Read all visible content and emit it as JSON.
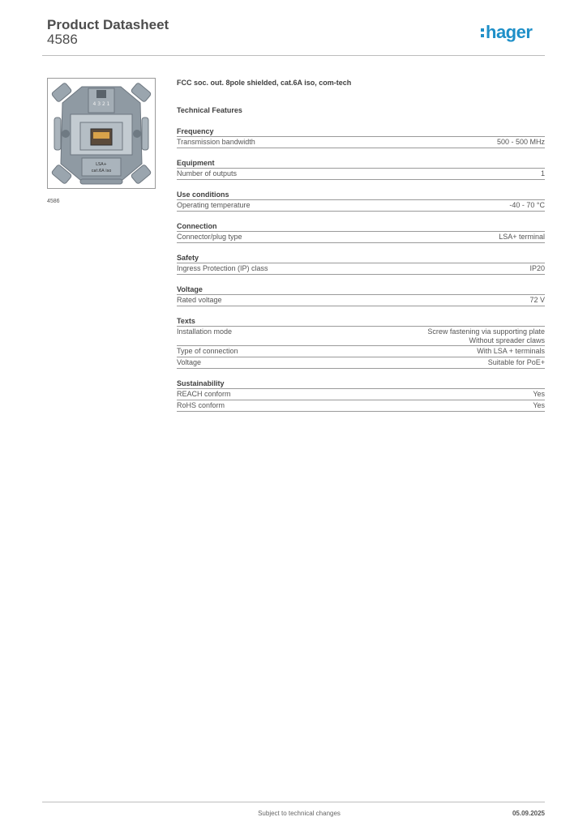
{
  "header": {
    "title": "Product Datasheet",
    "subtitle": "4586",
    "logo_text": "hager"
  },
  "product": {
    "image_caption": "4586",
    "image_label_lines": [
      "4 3 2 1",
      "LSA+",
      "cat.6A iso"
    ],
    "description": "FCC soc. out. 8pole shielded, cat.6A iso, com-tech"
  },
  "technical_features_title": "Technical Features",
  "sections": [
    {
      "title": "Frequency",
      "rows": [
        {
          "label": "Transmission bandwidth",
          "value": [
            "500 - 500 MHz"
          ]
        }
      ]
    },
    {
      "title": "Equipment",
      "rows": [
        {
          "label": "Number of outputs",
          "value": [
            "1"
          ]
        }
      ]
    },
    {
      "title": "Use conditions",
      "rows": [
        {
          "label": "Operating temperature",
          "value": [
            "-40 - 70 °C"
          ]
        }
      ]
    },
    {
      "title": "Connection",
      "rows": [
        {
          "label": "Connector/plug type",
          "value": [
            "LSA+ terminal"
          ]
        }
      ]
    },
    {
      "title": "Safety",
      "rows": [
        {
          "label": "Ingress Protection (IP) class",
          "value": [
            "IP20"
          ]
        }
      ]
    },
    {
      "title": "Voltage",
      "rows": [
        {
          "label": "Rated voltage",
          "value": [
            "72 V"
          ]
        }
      ]
    },
    {
      "title": "Texts",
      "rows": [
        {
          "label": "Installation mode",
          "value": [
            "Screw fastening via supporting plate",
            "Without spreader claws"
          ]
        },
        {
          "label": "Type of connection",
          "value": [
            "With LSA + terminals"
          ]
        },
        {
          "label": "Voltage",
          "value": [
            "Suitable for PoE+"
          ]
        }
      ]
    },
    {
      "title": "Sustainability",
      "rows": [
        {
          "label": "REACH conform",
          "value": [
            "Yes"
          ]
        },
        {
          "label": "RoHS conform",
          "value": [
            "Yes"
          ]
        }
      ]
    }
  ],
  "footer": {
    "note": "Subject to technical changes",
    "date": "05.09.2025"
  },
  "colors": {
    "brand": "#1e8fc8",
    "text": "#4a4a4a",
    "rule": "#9a9a9a"
  }
}
